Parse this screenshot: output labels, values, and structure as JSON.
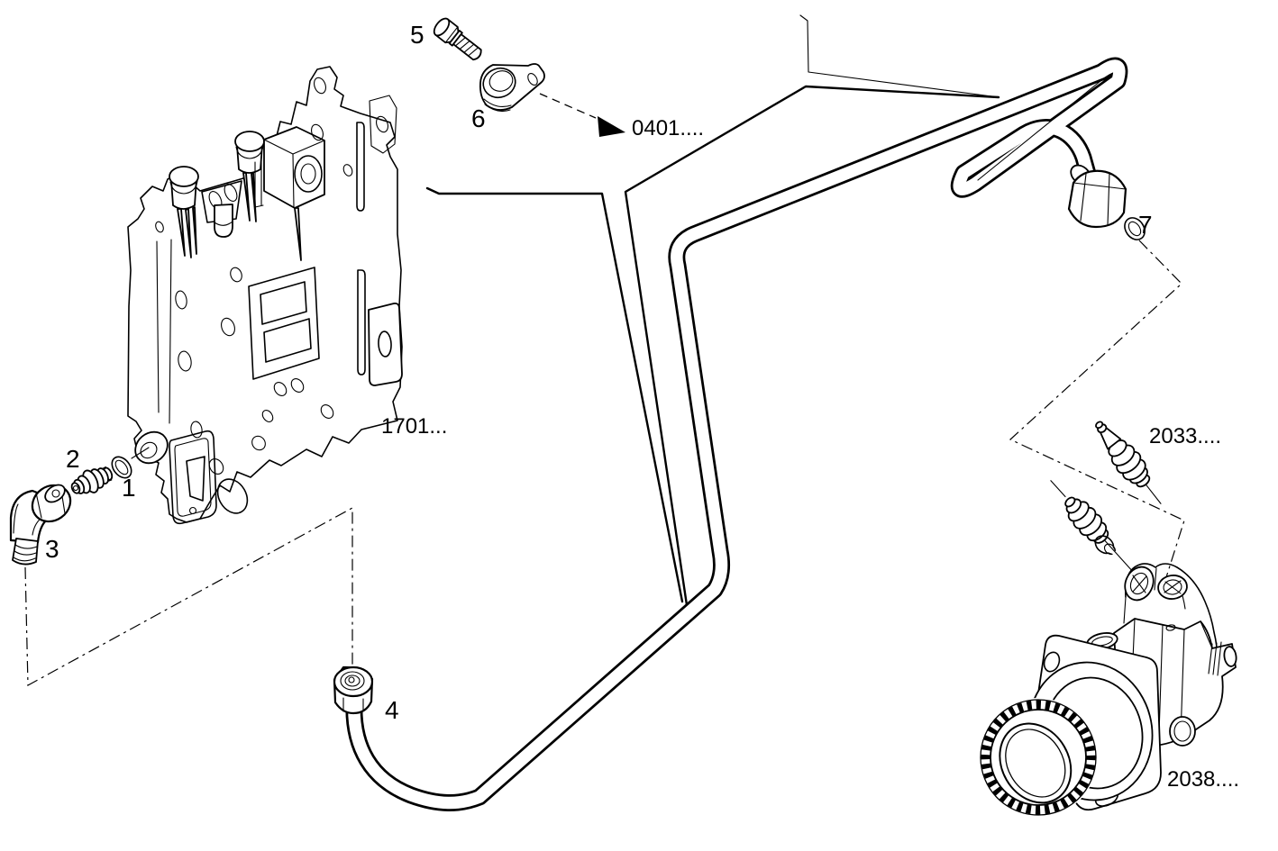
{
  "figure": {
    "background_color": "#ffffff",
    "line_color": "#000000",
    "callouts": {
      "c1": "1",
      "c2": "2",
      "c3": "3",
      "c4": "4",
      "c5": "5",
      "c6": "6",
      "c7": "7"
    },
    "assembly_refs": {
      "pipe_destination": "0401....",
      "control_unit": "1701...",
      "sensor_group": "2033....",
      "pump": "2038...."
    }
  }
}
